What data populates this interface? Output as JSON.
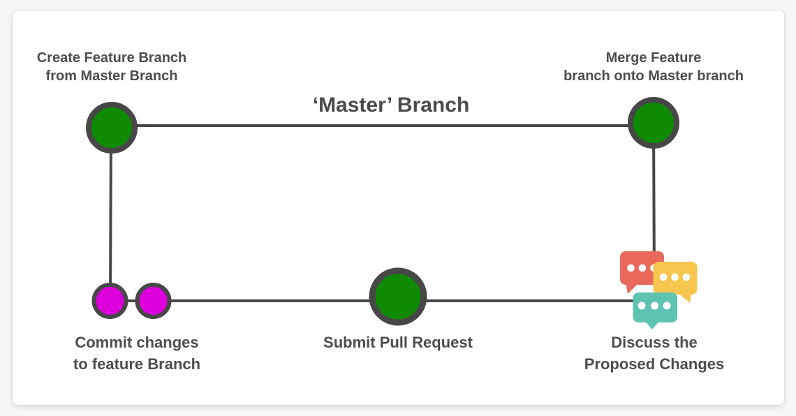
{
  "title": "‘Master’ Branch",
  "labels": {
    "create": "Create Feature Branch\nfrom Master Branch",
    "merge": "Merge Feature\nbranch onto Master branch",
    "commit": "Commit changes\nto feature Branch",
    "submit": "Submit Pull Request",
    "discuss": "Discuss the\nProposed Changes"
  },
  "colors": {
    "node_green": "#0e8b03",
    "node_magenta": "#dd00dd",
    "line_gray": "#474747",
    "text_gray": "#4d4d4d",
    "bubble_red": "#e9695a",
    "bubble_yellow": "#f6c64e",
    "bubble_teal": "#5ec3b1",
    "bubble_dots": "#ffffff",
    "card_background": "#ffffff",
    "page_background": "#f7f7f8"
  }
}
